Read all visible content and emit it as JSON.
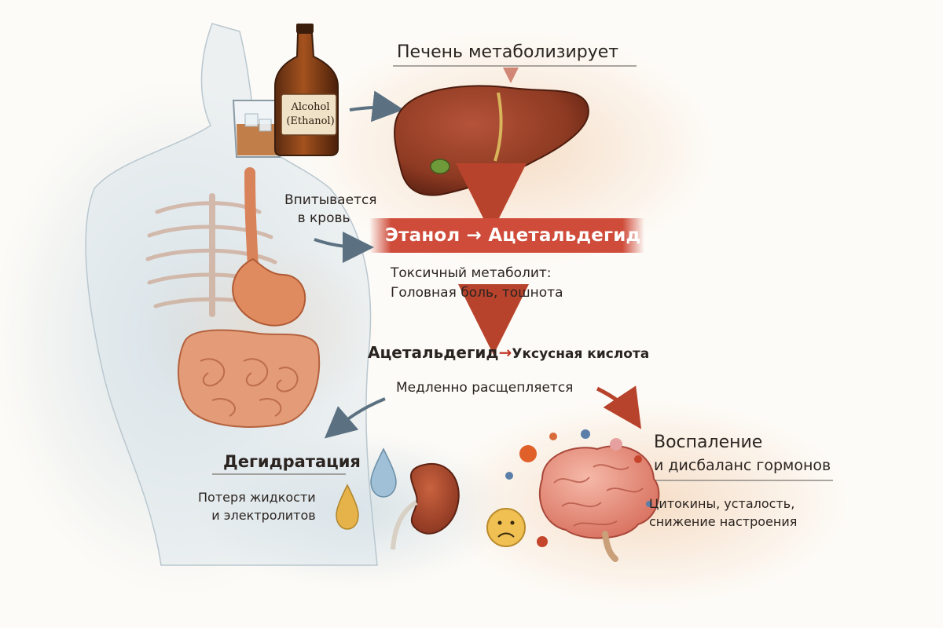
{
  "bottle": {
    "line1": "Alcohol",
    "line2": "(Ethanol)"
  },
  "liver_title": "Печень метаболизирует",
  "absorb": {
    "line1": "Впитывается",
    "line2": "в кровь"
  },
  "step1": "Этанол → Ацетальдегид",
  "toxic": {
    "line1": "Токсичный метаболит:",
    "line2": "Головная боль, тошнота"
  },
  "step2": {
    "from": "Ацетальдегид",
    "arrow": "→",
    "to": "Уксусная кислота"
  },
  "slow": "Медленно расщепляется",
  "dehydration": {
    "title": "Дегидратация",
    "line1": "Потеря жидкости",
    "line2": "и электролитов"
  },
  "inflammation": {
    "title1": "Воспаление",
    "title2": "и дисбаланс гормонов",
    "line1": "Цитокины, усталость,",
    "line2": "снижение настроения"
  },
  "colors": {
    "liver": "#8e3a22",
    "banner": "#cf4b3a",
    "arrow_red": "#b8432c",
    "arrow_blue": "#5b7182",
    "stomach": "#e08a60",
    "brain": "#e48b7a"
  }
}
